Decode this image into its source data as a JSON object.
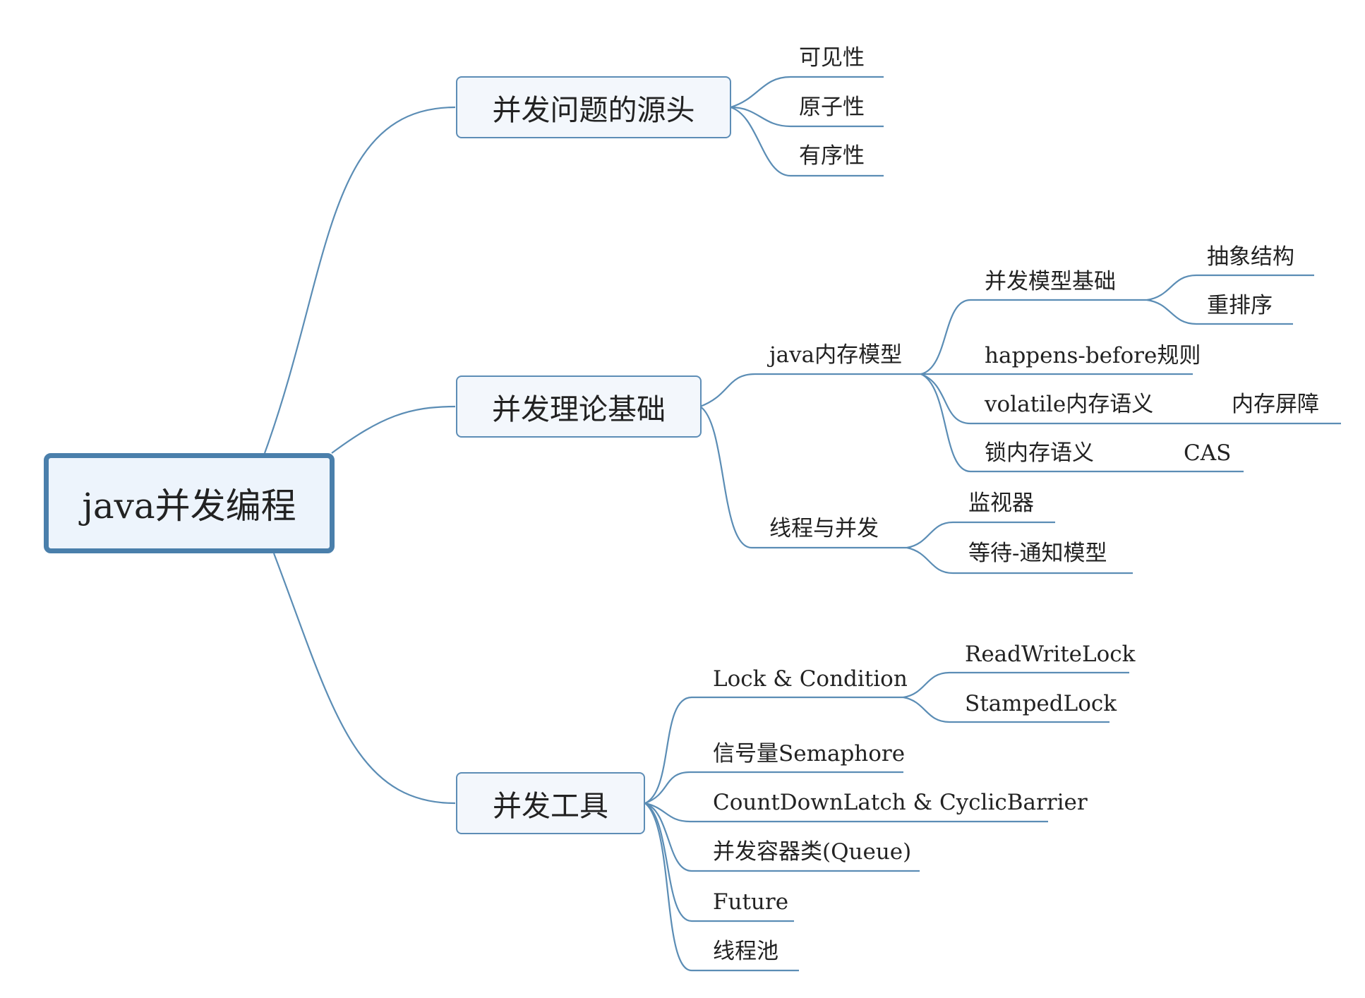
{
  "root": "java并发编程",
  "branches": [
    {
      "label": "并发问题的源头",
      "children": [
        "可见性",
        "原子性",
        "有序性"
      ]
    },
    {
      "label": "并发理论基础",
      "java_memory_model": {
        "label": "java内存模型",
        "basics": {
          "label": "并发模型基础",
          "children": [
            "抽象结构",
            "重排序"
          ]
        },
        "happens_before": "happens-before规则",
        "volatile": {
          "label": "volatile内存语义",
          "child": "内存屏障"
        },
        "lock": {
          "label": "锁内存语义",
          "child": "CAS"
        }
      },
      "threads": {
        "label": "线程与并发",
        "children": [
          "监视器",
          "等待-通知模型"
        ]
      }
    },
    {
      "label": "并发工具",
      "lock_condition": {
        "label": "Lock & Condition",
        "children": [
          "ReadWriteLock",
          "StampedLock"
        ]
      },
      "children": [
        "信号量Semaphore",
        "CountDownLatch & CyclicBarrier",
        "并发容器类(Queue)",
        "Future",
        "线程池"
      ]
    }
  ]
}
